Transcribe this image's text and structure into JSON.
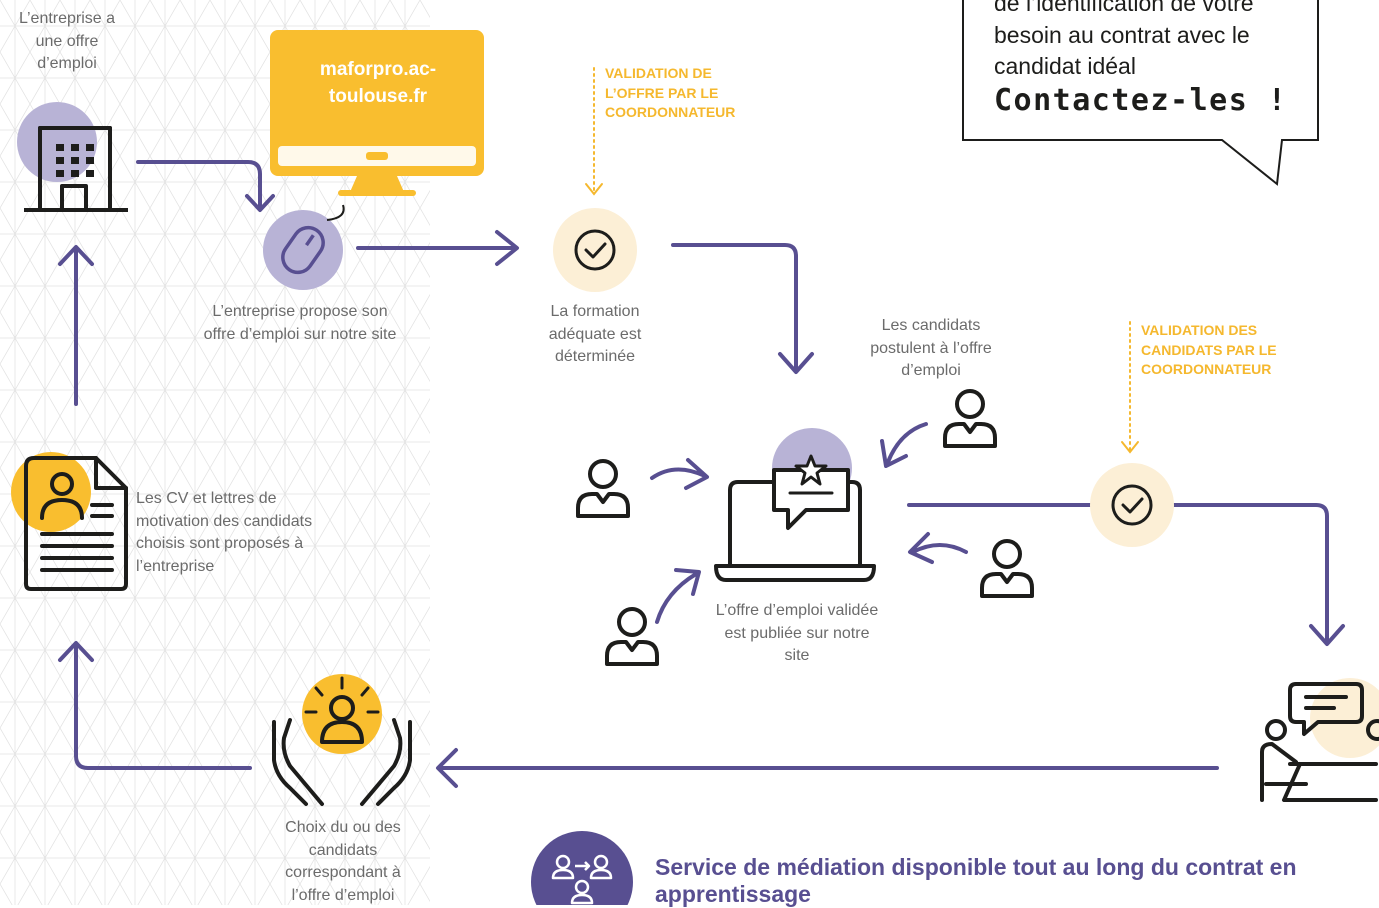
{
  "colors": {
    "purple": "#584f91",
    "lavender": "#b8b3d6",
    "yellow": "#f9be2f",
    "pale_yellow": "#fcefd6",
    "text_gray": "#6b6b6b",
    "black": "#1d1d1b"
  },
  "labels": {
    "company_offer": "L’entreprise a une offre d’emploi",
    "company_proposes": "L’entreprise propose son offre d’emploi sur notre site",
    "training_determined": "La formation adéquate est déterminée",
    "candidates_apply": "Les candidats postulent à l’offre d’emploi",
    "offer_published": "L’offre d’emploi validée est publiée sur notre site",
    "cv_proposed": "Les CV et lettres de motivation des candidats choisis sont proposés à l’entreprise",
    "choice_candidates": "Choix du ou des candidats correspondant à l’offre d’emploi"
  },
  "website": "maforpro.ac-toulouse.fr",
  "validation_offer": "VALIDATION DE L’OFFRE PAR LE COORDONNATEUR",
  "validation_candidates": "VALIDATION DES CANDIDATS PAR LE COORDONNATEUR",
  "callout": {
    "text": "de l’identification de votre besoin au contrat avec le candidat idéal",
    "heading": "Contactez-les !"
  },
  "footer": {
    "text": "Service de médiation disponible tout au long du contrat en apprentissage"
  },
  "icons": [
    "building-icon",
    "monitor-icon",
    "mouse-icon",
    "check-circle-icon",
    "laptop-star-icon",
    "user-icon",
    "cv-document-icon",
    "hands-person-icon",
    "meeting-icon",
    "mediation-icon"
  ]
}
